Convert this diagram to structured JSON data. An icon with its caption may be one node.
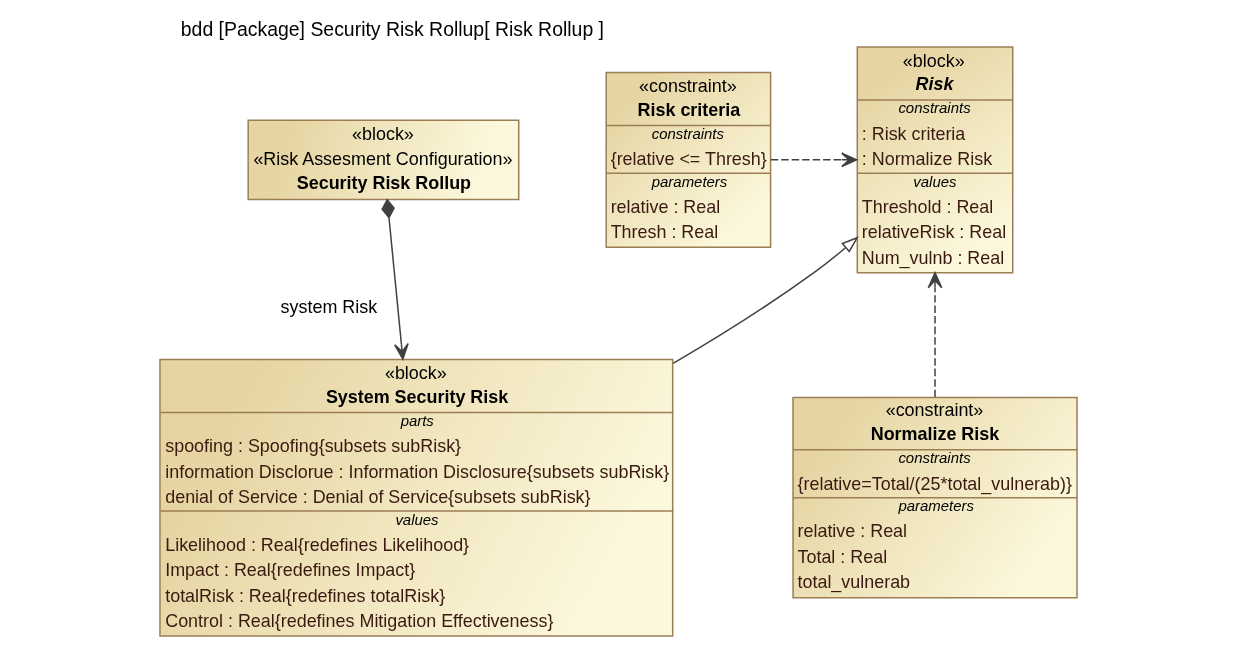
{
  "diagram": {
    "title": "bdd [Package] Security Risk Rollup[ Risk Rollup ]",
    "nodes": [
      {
        "text": [
          "«block»",
          "Risk",
          "constraints",
          ": Risk criteria",
          ": Normalize Risk",
          "values",
          "Threshold : Real",
          "relativeRisk : Real",
          "Num_vulnb : Real"
        ]
      },
      {
        "text": [
          "«block»",
          "«Risk Assesment Configuration»",
          "Security Risk Rollup"
        ]
      },
      {
        "text": [
          "«constraint»",
          "Risk criteria",
          "constraints",
          "{relative <= Thresh}",
          "parameters",
          "relative : Real",
          "Thresh : Real"
        ]
      },
      {
        "text": [
          "«block»",
          "System Security Risk",
          "parts",
          "spoofing : Spoofing{subsets subRisk}",
          "information Disclorue : Information Disclosure{subsets subRisk}",
          "denial of Service : Denial of Service{subsets subRisk}",
          "values",
          "Likelihood : Real{redefines Likelihood}",
          "Impact : Real{redefines Impact}",
          "totalRisk : Real{redefines totalRisk}",
          "Control : Real{redefines Mitigation Effectiveness}"
        ]
      },
      {
        "text": [
          "«constraint»",
          "Normalize Risk",
          "constraints",
          "{relative=Total/(25*total_vulnerab)}",
          "parameters",
          "relative : Real",
          "Total : Real",
          "total_vulnerab"
        ]
      }
    ],
    "edges": [
      {
        "from": 1,
        "to": 3,
        "arrow": "to",
        "label": "system Risk"
      },
      {
        "from": 3,
        "to": 0,
        "arrow": "to"
      },
      {
        "from": 2,
        "to": 0,
        "arrow": "to",
        "style": "dashed"
      },
      {
        "from": 4,
        "to": 0,
        "arrow": "to",
        "style": "dashed"
      }
    ]
  }
}
